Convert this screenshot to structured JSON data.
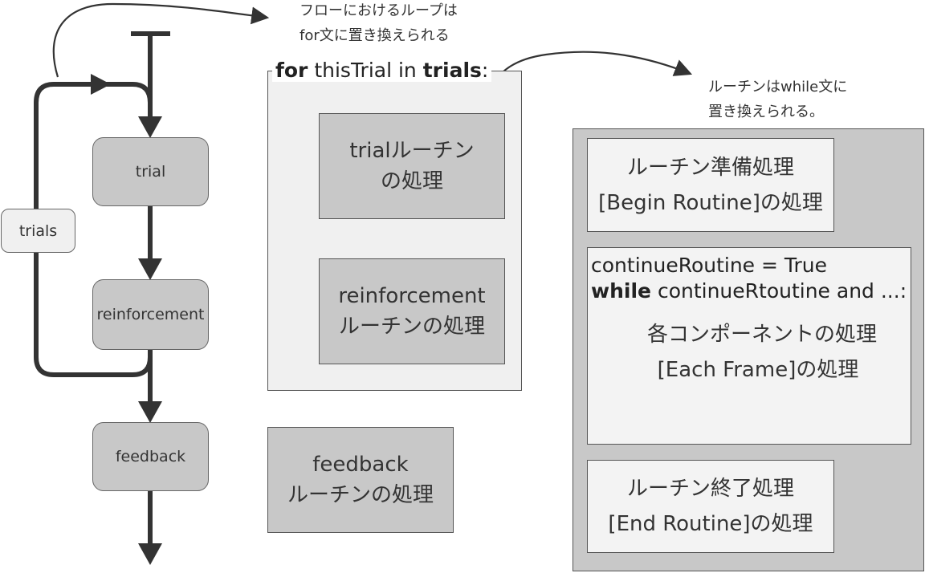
{
  "flow": {
    "nodes": [
      {
        "id": "trial",
        "label": "trial"
      },
      {
        "id": "reinforcement",
        "label": "reinforcement"
      },
      {
        "id": "feedback",
        "label": "feedback"
      }
    ],
    "loop_label": "trials"
  },
  "notes": {
    "loop_note_line1": "フローにおけるループは",
    "loop_note_line2": "for文に置き換えられる",
    "routine_note_line1": "ルーチンはwhile文に",
    "routine_note_line2": "置き換えられる。"
  },
  "for_block": {
    "keyword_for": "for",
    "loop_var": " thisTrial in ",
    "keyword_trials": "trials",
    "colon": ":",
    "trial_line1": "trialルーチン",
    "trial_line2": "の処理",
    "reinf_line1": "reinforcement",
    "reinf_line2": "ルーチンの処理"
  },
  "feedback_block": {
    "line1": "feedback",
    "line2": "ルーチンの処理"
  },
  "routine_detail": {
    "begin_line1": "ルーチン準備処理",
    "begin_line2": "[Begin Routine]の処理",
    "code_line1": "continueRoutine = True",
    "keyword_while": "while",
    "code_line2_rest": " continueRtoutine and ...:",
    "frame_line1": "各コンポーネントの処理",
    "frame_line2": "[Each Frame]の処理",
    "end_line1": "ルーチン終了処理",
    "end_line2": "[End Routine]の処理"
  }
}
